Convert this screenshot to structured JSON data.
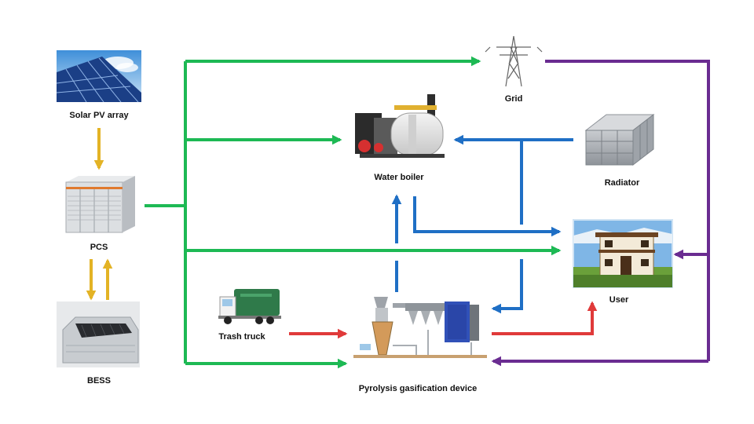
{
  "diagram": {
    "nodes": {
      "solar_pv": {
        "label": "Solar PV array"
      },
      "pcs": {
        "label": "PCS"
      },
      "bess": {
        "label": "BESS"
      },
      "grid": {
        "label": "Grid"
      },
      "water_boiler": {
        "label": "Water boiler"
      },
      "radiator": {
        "label": "Radiator"
      },
      "user": {
        "label": "User"
      },
      "trash_truck": {
        "label": "Trash truck"
      },
      "pyrolysis": {
        "label": "Pyrolysis gasification device"
      }
    },
    "colors": {
      "electric_flow": "#1db954",
      "heat_flow": "#1f6fc5",
      "grid_flow": "#6a2c91",
      "waste_flow": "#e03a3a",
      "dc_flow": "#e3b325"
    }
  }
}
